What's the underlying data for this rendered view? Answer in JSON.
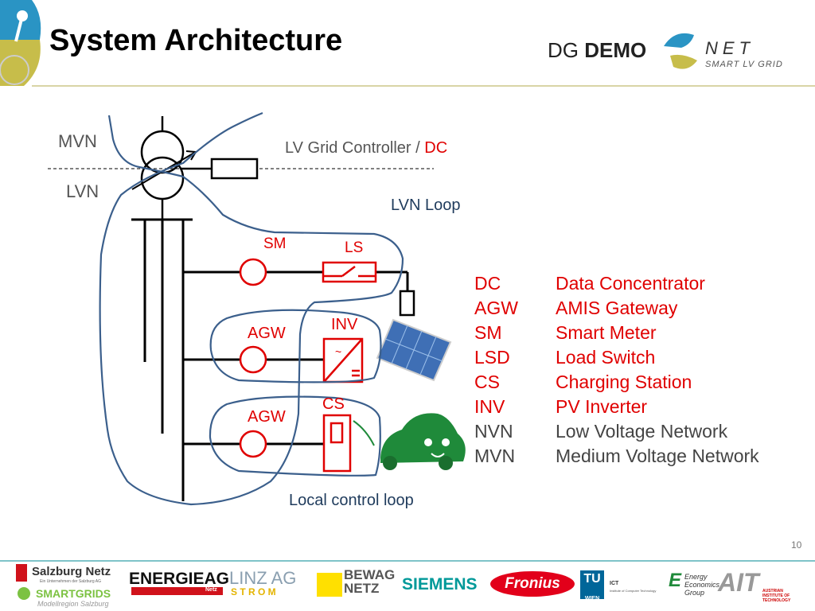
{
  "slide": {
    "title": "System Architecture",
    "page_number": "10"
  },
  "header_logo": {
    "text_dg": "DG",
    "text_demo": "DEMO",
    "text_net": "NET",
    "tagline": "SMART LV GRID"
  },
  "diagram": {
    "mvn": "MVN",
    "lvn": "LVN",
    "controller_prefix": "LV Grid Controller / ",
    "controller_dc": "DC",
    "lvn_loop": "LVN Loop",
    "sm": "SM",
    "ls": "LS",
    "agw1": "AGW",
    "inv": "INV",
    "agw2": "AGW",
    "cs": "CS",
    "local_loop": "Local control loop",
    "inv_ac": "~"
  },
  "legend": [
    {
      "abbr": "DC",
      "desc": "Data Concentrator",
      "color": "#e00000"
    },
    {
      "abbr": "AGW",
      "desc": "AMIS Gateway",
      "color": "#e00000"
    },
    {
      "abbr": "SM",
      "desc": "Smart Meter",
      "color": "#e00000"
    },
    {
      "abbr": "LSD",
      "desc": "Load Switch",
      "color": "#e00000"
    },
    {
      "abbr": "CS",
      "desc": "Charging Station",
      "color": "#e00000"
    },
    {
      "abbr": "INV",
      "desc": "PV Inverter",
      "color": "#e00000"
    },
    {
      "abbr": "NVN",
      "desc": "Low Voltage Network",
      "color": "#444444"
    },
    {
      "abbr": "MVN",
      "desc": "Medium Voltage Network",
      "color": "#444444"
    }
  ],
  "footer_logos": {
    "salzburg": "Salzburg Netz",
    "salzburg_sub": "Ein Unternehmen der Salzburg AG",
    "smartgrids": "SMARTGRIDS",
    "smartgrids_sub": "Modellregion Salzburg",
    "energieag": "ENERGIEAG",
    "energieag_sub": "Netz",
    "linzag": "LINZ AG",
    "linzag_sub": "S T R O M",
    "bewag": "BEWAG",
    "bewag_sub": "NETZ",
    "siemens": "SIEMENS",
    "fronius": "Fronius",
    "tu": "TU",
    "tu_sub": "WIEN",
    "ict": "ICT",
    "ict_sub": "Institute of Computer Technology",
    "eeg": "Energy Economics Group",
    "ait": "AIT",
    "ait_sub": "AUSTRIAN INSTITUTE OF TECHNOLOGY"
  },
  "colors": {
    "loop": "#3b5f8c",
    "device": "#e00000",
    "header_line": "#d9d4a6",
    "footer_line": "#7fc3c9",
    "car": "#1f8a3a"
  }
}
